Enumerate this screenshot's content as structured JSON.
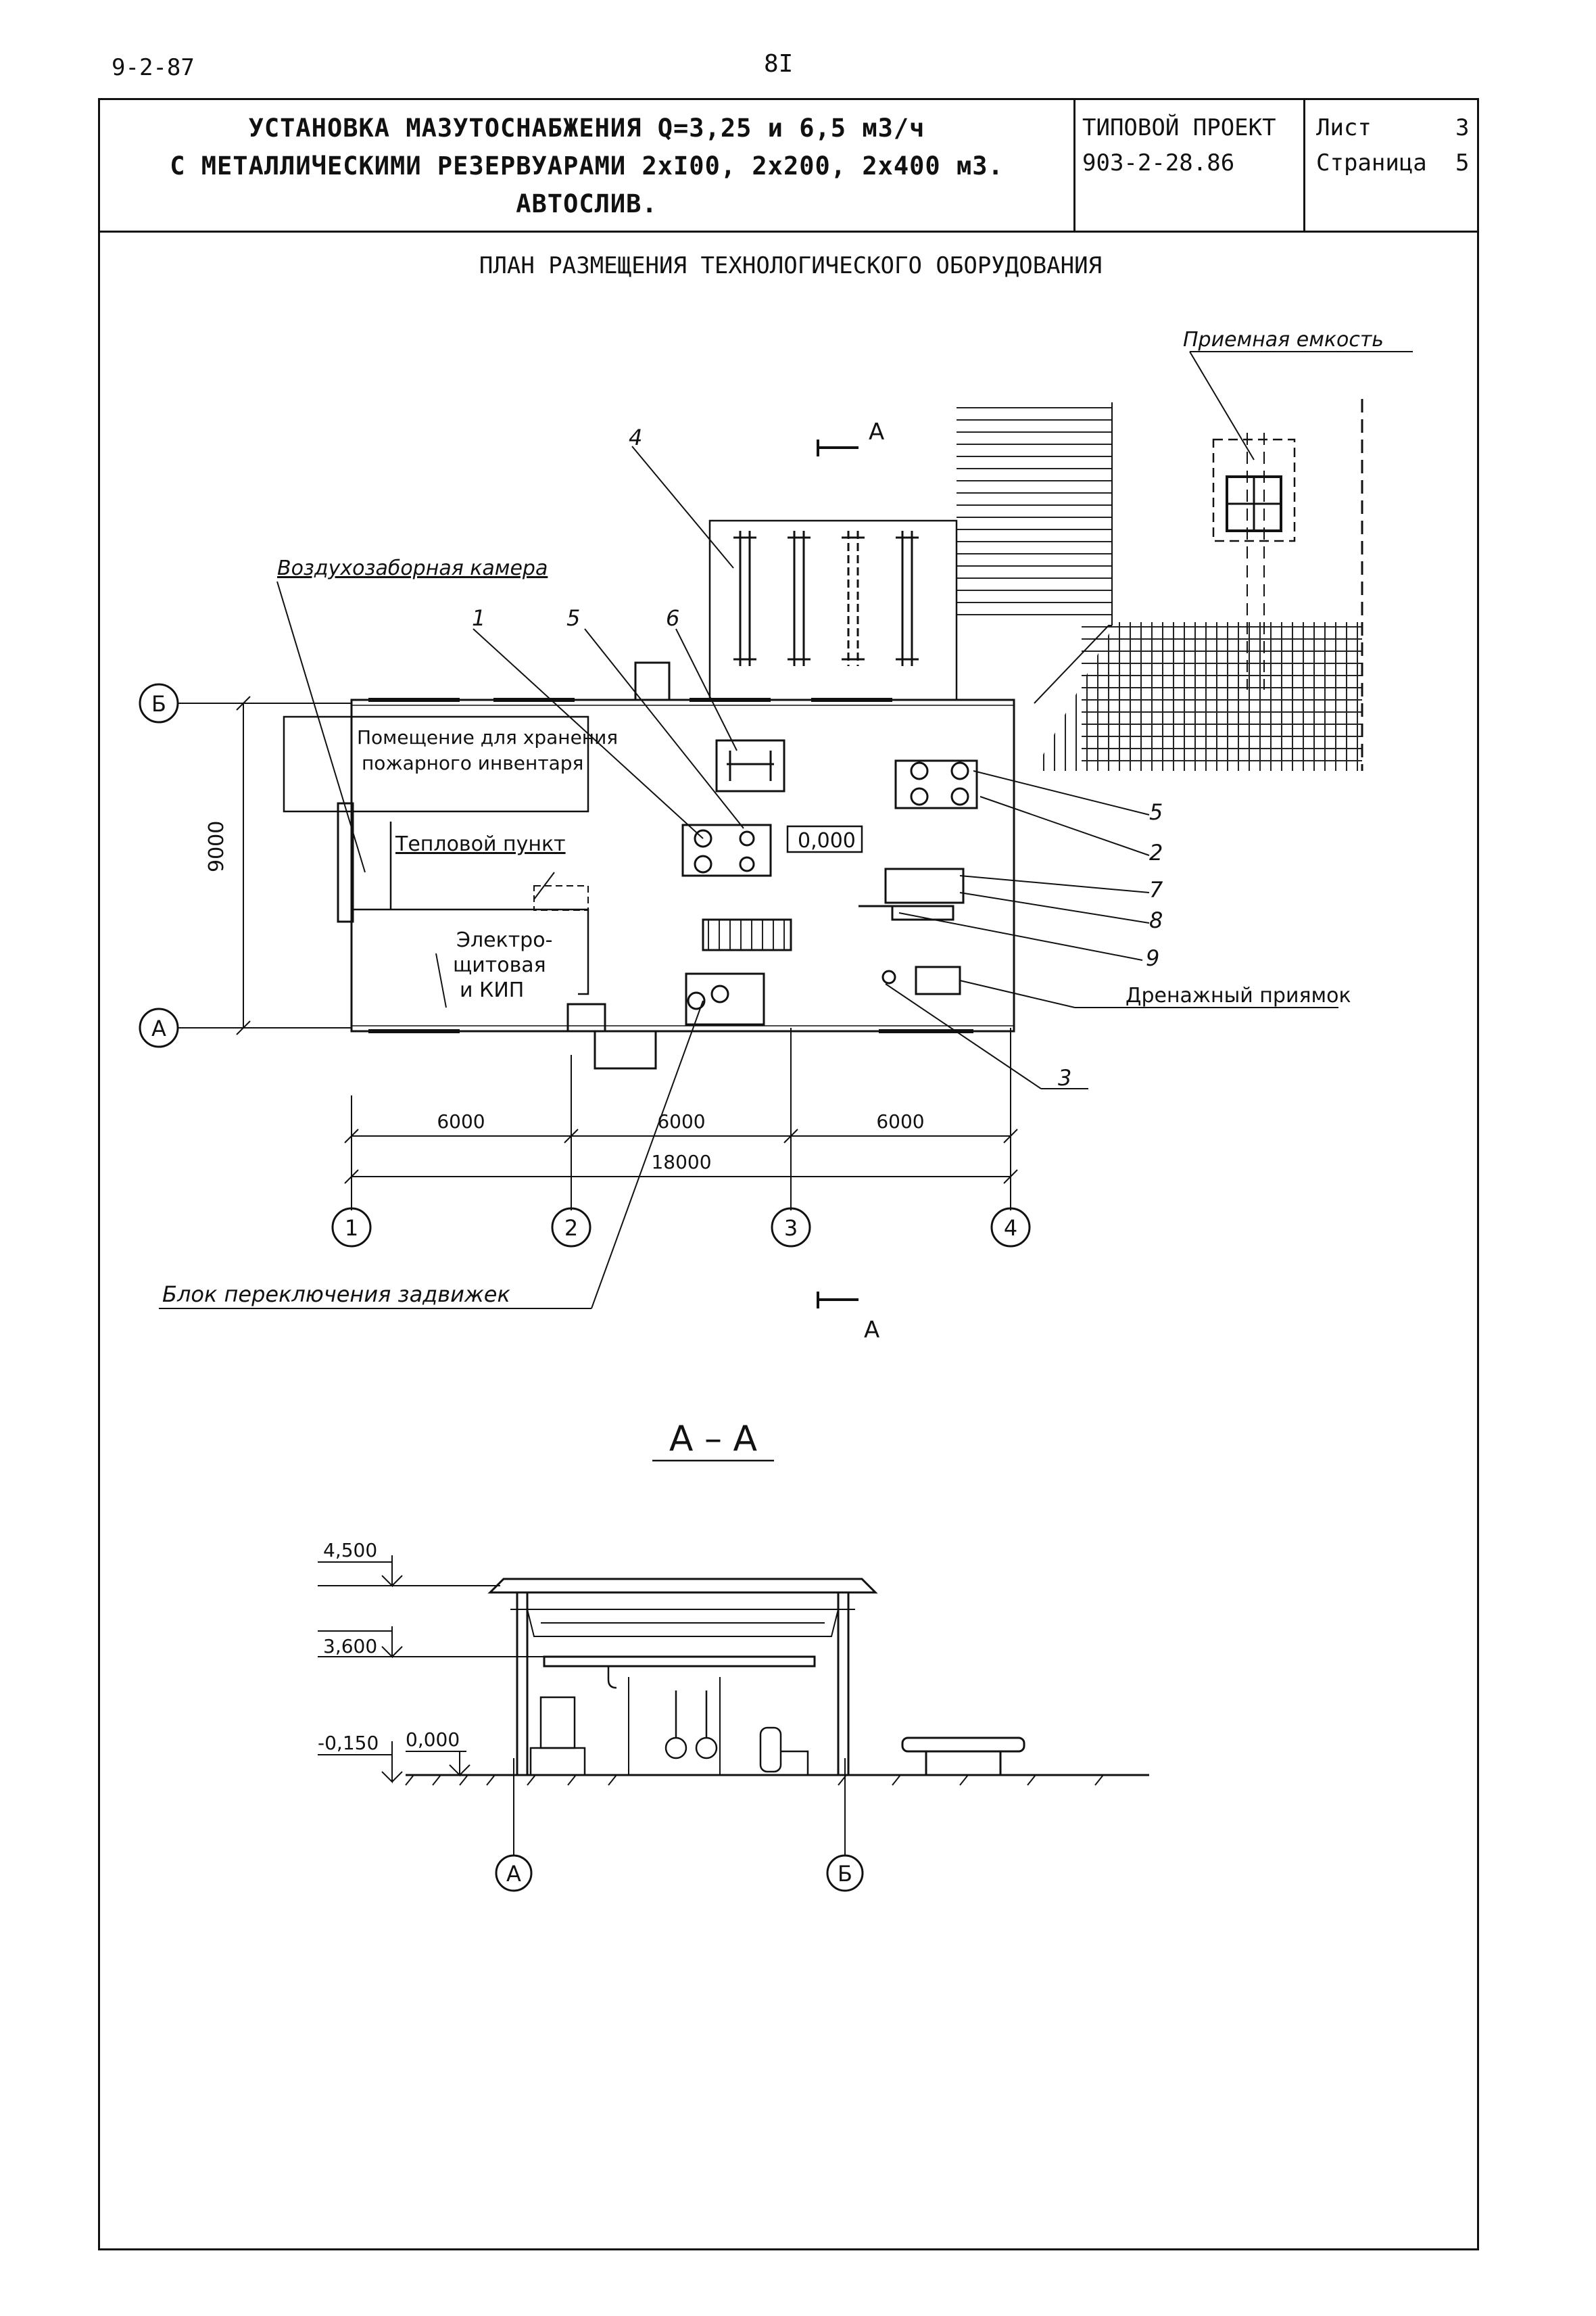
{
  "page": {
    "code": "9-2-87",
    "number": "8I"
  },
  "header": {
    "title_line1": "УСТАНОВКА МАЗУТОСНАБЖЕНИЯ Q=3,25 и 6,5 м3/ч",
    "title_line2": "С МЕТАЛЛИЧЕСКИМИ РЕЗЕРВУАРАМИ 2хI00, 2х200, 2х400 м3.",
    "title_line3": "АВТОСЛИВ.",
    "project_label": "ТИПОВОЙ ПРОЕКТ",
    "project_number": "903-2-28.86",
    "sheet_label": "Лист",
    "sheet_value": "3",
    "page_label": "Страница",
    "page_value": "5"
  },
  "plan": {
    "title": "ПЛАН РАЗМЕЩЕНИЯ ТЕХНОЛОГИЧЕСКОГО ОБОРУДОВАНИЯ",
    "labels": {
      "receiving_tank": "Приемная емкость",
      "air_intake": "Воздухозаборная камера",
      "fire_room_1": "Помещение для хранения",
      "fire_room_2": "пожарного инвентаря",
      "heat_point": "Тепловой пункт",
      "electrical_1": "Электро-",
      "electrical_2": "щитовая",
      "electrical_3": "и КИП",
      "drain_pit": "Дренажный приямок",
      "valve_block": "Блок переключения задвижек",
      "elevation": "0,000",
      "dim_vertical": "9000"
    },
    "section_marks": [
      "А",
      "А"
    ],
    "callouts": [
      "4",
      "1",
      "5",
      "6",
      "5",
      "2",
      "7",
      "8",
      "9",
      "3"
    ],
    "axes_rows": [
      "Б",
      "А"
    ],
    "axes_cols": [
      "1",
      "2",
      "3",
      "4"
    ],
    "dims_spans": [
      "6000",
      "6000",
      "6000"
    ],
    "dim_total": "18000"
  },
  "section": {
    "title": "А – А",
    "levels": [
      "4,500",
      "3,600",
      "-0,150",
      "0,000"
    ],
    "axes": [
      "А",
      "Б"
    ]
  }
}
